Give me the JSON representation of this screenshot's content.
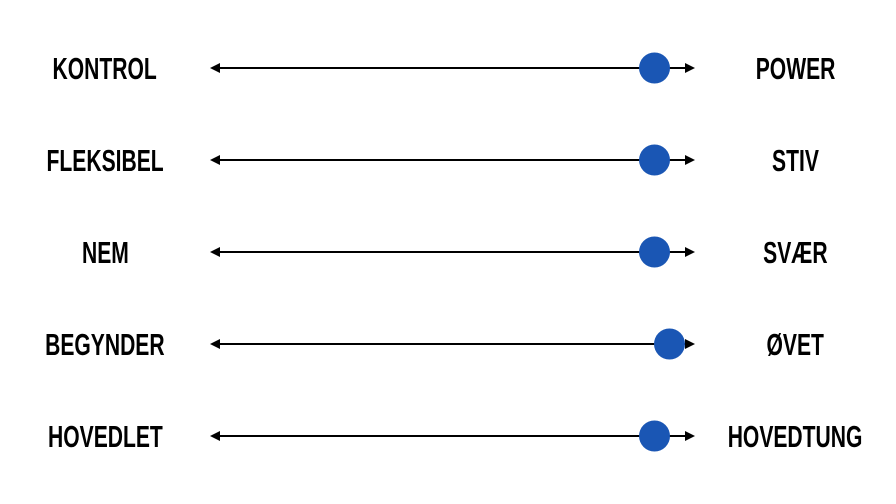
{
  "colors": {
    "dot": "#1a56b4",
    "line": "#000000",
    "text": "#000000",
    "background": "#ffffff"
  },
  "rows": [
    {
      "left": "KONTROL",
      "right": "POWER",
      "value": 91.7
    },
    {
      "left": "FLEKSIBEL",
      "right": "STIV",
      "value": 91.7
    },
    {
      "left": "NEM",
      "right": "SVÆR",
      "value": 91.7
    },
    {
      "left": "BEGYNDER",
      "right": "ØVET",
      "value": 94.7
    },
    {
      "left": "HOVEDLET",
      "right": "HOVEDTUNG",
      "value": 91.7
    }
  ]
}
